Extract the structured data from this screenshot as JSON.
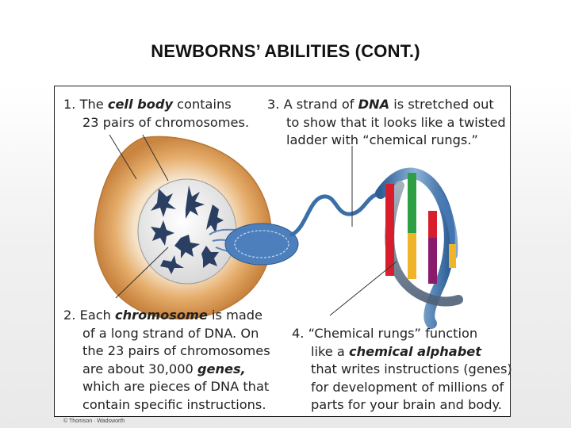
{
  "slide": {
    "title": "NEWBORNS’ ABILITIES (CONT.)"
  },
  "figure": {
    "caption1": {
      "num": "1. The ",
      "em": "cell body",
      "rest": " contains",
      "line2": "23 pairs of chromosomes."
    },
    "caption2": {
      "num": "2. Each ",
      "em": "chromosome",
      "rest": " is made",
      "line2": "of a long strand of DNA. On",
      "line3": "the 23 pairs of chromosomes",
      "line4_pre": "are about 30,000 ",
      "line4_em": "genes,",
      "line5": "which are pieces of DNA that",
      "line6": "contain specific instructions."
    },
    "caption3": {
      "num": "3. A strand of ",
      "em": "DNA",
      "rest": " is stretched out",
      "line2": "to show that it looks like a twisted",
      "line3": "ladder with “chemical rungs.”"
    },
    "caption4": {
      "line1": "4. “Chemical rungs” function",
      "line2_pre": "like a ",
      "line2_em": "chemical alphabet",
      "line3": "that writes instructions (genes)",
      "line4": "for development of millions of",
      "line5": "parts for your brain and body."
    },
    "credit": "© Thomson · Wadsworth",
    "colors": {
      "cell_outer": "#e9b676",
      "cell_inner": "#f8ead8",
      "nucleus": "#eeeeee",
      "chromosome": "#2b3f63",
      "dna_backbone": "#3a6fa8",
      "rung_red": "#d81e2c",
      "rung_green": "#2ea043",
      "rung_purple": "#8a1a6c",
      "rung_yellow": "#f0b428"
    }
  }
}
